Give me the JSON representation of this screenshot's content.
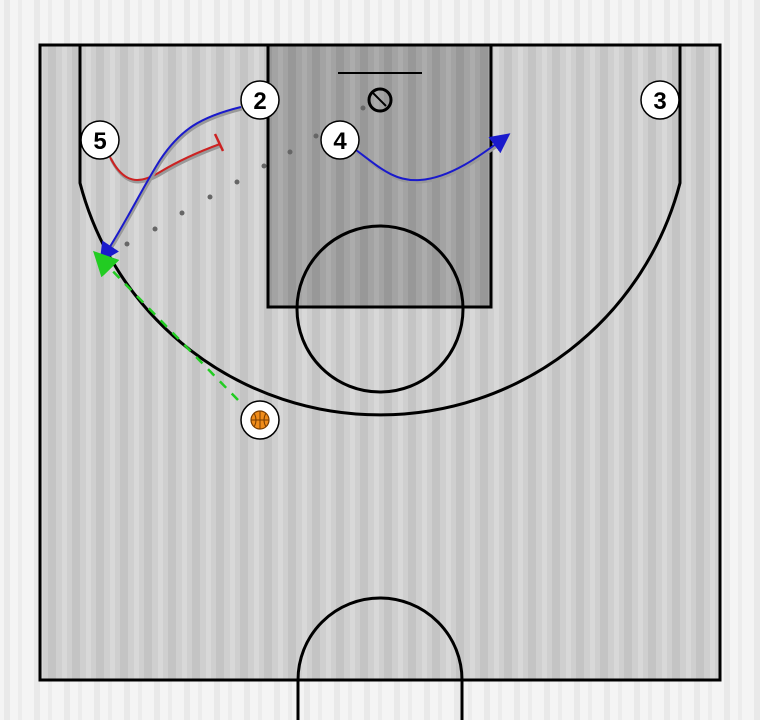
{
  "players": [
    {
      "id": "p2",
      "number": "2"
    },
    {
      "id": "p3",
      "number": "3"
    },
    {
      "id": "p4",
      "number": "4"
    },
    {
      "id": "p5",
      "number": "5"
    }
  ],
  "ball": {
    "icon": "basketball-icon"
  },
  "legend_colors": {
    "cut": "#1a1acc",
    "screen": "#cc2222",
    "pass": "#22cc22",
    "dribble_trail": "#777777",
    "paint": "#9c9c9c",
    "court": "#c8c8c8",
    "lines": "#000000"
  }
}
